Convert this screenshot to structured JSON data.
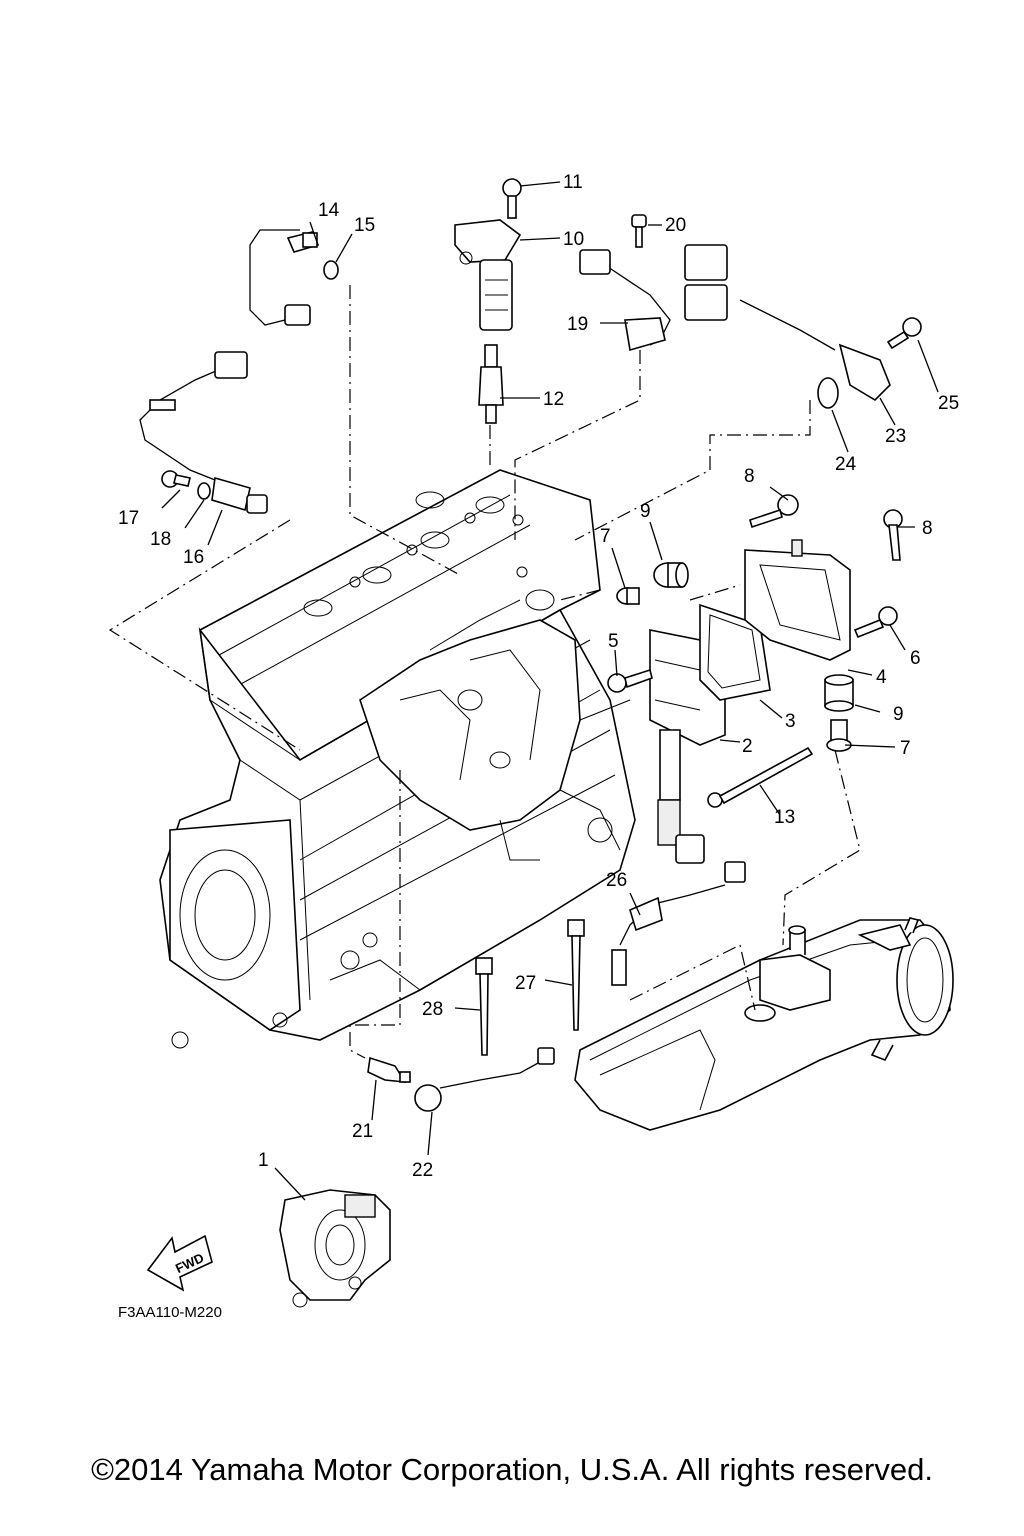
{
  "callouts": {
    "c1": "1",
    "c2": "2",
    "c3": "3",
    "c4": "4",
    "c5": "5",
    "c6": "6",
    "c7a": "7",
    "c7b": "7",
    "c8a": "8",
    "c8b": "8",
    "c9a": "9",
    "c9b": "9",
    "c10": "10",
    "c11": "11",
    "c12": "12",
    "c13": "13",
    "c14": "14",
    "c15": "15",
    "c16": "16",
    "c17": "17",
    "c18": "18",
    "c19": "19",
    "c20": "20",
    "c21": "21",
    "c22": "22",
    "c23": "23",
    "c24": "24",
    "c25": "25",
    "c26": "26",
    "c27": "27",
    "c28": "28"
  },
  "fwd_label": "FWD",
  "reference_code": "F3AA110-M220",
  "copyright": "©2014 Yamaha Motor Corporation, U.S.A. All rights reserved."
}
